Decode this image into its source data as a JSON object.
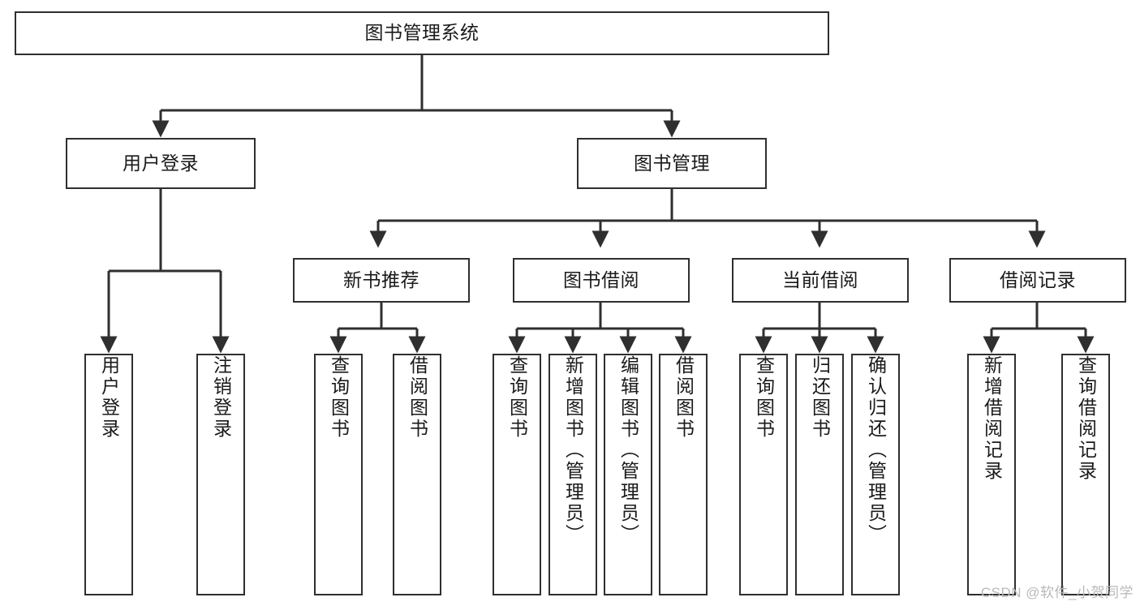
{
  "diagram": {
    "type": "tree-hierarchy-chart",
    "title": "图书管理系统",
    "colors": {
      "box_border": "#2f2f2f",
      "box_fill": "#ffffff",
      "edge": "#2f2f2f",
      "text": "#1a1a1a",
      "watermark": "#b9b9b9",
      "background": "#ffffff"
    },
    "root": {
      "label": "图书管理系统"
    },
    "level2": [
      {
        "label": "用户登录"
      },
      {
        "label": "图书管理"
      }
    ],
    "level3": [
      {
        "label": "新书推荐"
      },
      {
        "label": "图书借阅"
      },
      {
        "label": "当前借阅"
      },
      {
        "label": "借阅记录"
      }
    ],
    "leaves": {
      "user_login": [
        {
          "label": "用户登录"
        },
        {
          "label": "注销登录"
        }
      ],
      "new_book_recommend": [
        {
          "label": "查询图书"
        },
        {
          "label": "借阅图书"
        }
      ],
      "book_borrow": [
        {
          "label": "查询图书"
        },
        {
          "label": "新增图书（管理员）"
        },
        {
          "label": "编辑图书（管理员）"
        },
        {
          "label": "借阅图书"
        }
      ],
      "current_borrow": [
        {
          "label": "查询图书"
        },
        {
          "label": "归还图书"
        },
        {
          "label": "确认归还（管理员）"
        }
      ],
      "borrow_record": [
        {
          "label": "新增借阅记录"
        },
        {
          "label": "查询借阅记录"
        }
      ]
    },
    "watermark": "CSDN @软件_小贺同学"
  }
}
